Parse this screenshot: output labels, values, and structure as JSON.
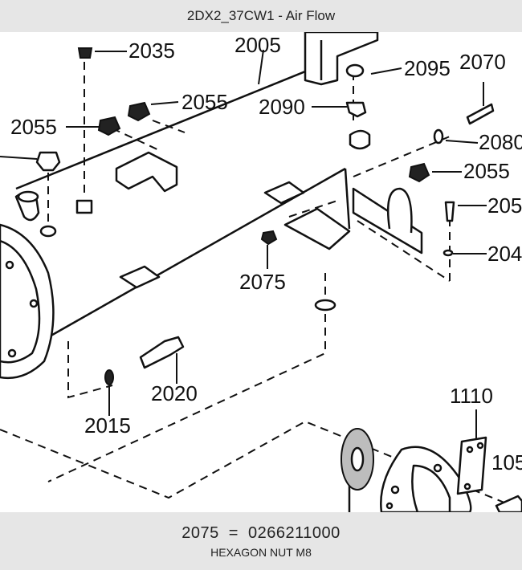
{
  "header": {
    "title": "2DX2_37CW1 - Air Flow"
  },
  "labels": {
    "l2035": "2035",
    "l2005": "2005",
    "l2095": "2095",
    "l2070": "2070",
    "l2055a": "2055",
    "l2090": "2090",
    "l2055b": "2055",
    "l2080": "2080",
    "l2055c": "2055",
    "l205x": "205",
    "l204x": "204",
    "l2075": "2075",
    "l2020": "2020",
    "l2015": "2015",
    "l1110": "1110",
    "l105x": "105"
  },
  "footer": {
    "part_number": "2075",
    "separator": "=",
    "catalog_number": "0266211000",
    "description": "HEXAGON NUT M8"
  }
}
